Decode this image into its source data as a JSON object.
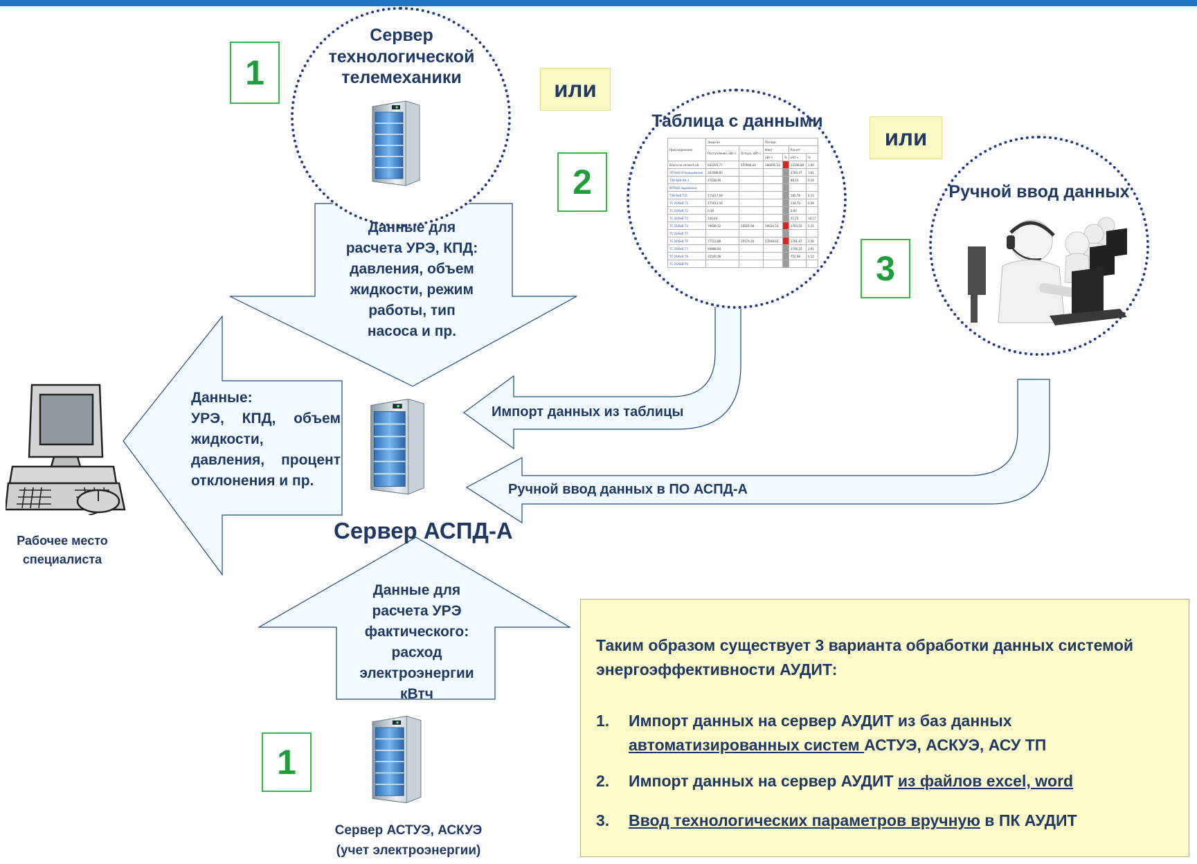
{
  "diagram": {
    "option_numbers": [
      "1",
      "2",
      "3",
      "1"
    ],
    "or_label": "или",
    "telemetry_server": {
      "title": "Сервер технологической телемеханики",
      "icon": "server-icon"
    },
    "data_table": {
      "title": "Таблица с данными",
      "icon": "spreadsheet-icon",
      "headers": {
        "c0": "Присоединение",
        "energy": "Энергия",
        "losses": "Потери",
        "income": "Поступление, кВт·ч",
        "output": "Отпуск, кВт·ч",
        "fact": "Факт",
        "calc": "Расчет",
        "kwh": "кВт·ч",
        "pct": "%"
      },
      "rows": [
        [
          "Всего по сетям 6 кВ",
          "642291,77",
          "455946,24",
          "186695,53",
          "",
          "13198,88",
          "1,40"
        ],
        [
          "ЭП-6кВ Отпращивание",
          "263588,85",
          "-",
          "-",
          "",
          "4783,47",
          "1,81"
        ],
        [
          "ТЗН-6кВ НН-3",
          "47038,46",
          "-",
          "-",
          "",
          "88,10",
          "0,19"
        ],
        [
          "ВЛ-6кВ Здравница",
          "-",
          "-",
          "-",
          "",
          "-",
          "-"
        ],
        [
          "ТЗН-6кВ Т15",
          "173317,64",
          "-",
          "-",
          "",
          "185,78",
          "0,11"
        ],
        [
          "ТС 20/6кВ Т1",
          "173313,56",
          "-",
          "-",
          "",
          "134,73",
          "0,08"
        ],
        [
          "ТС 20/6кВ Т2",
          "0,00",
          "-",
          "-",
          "",
          "0,00",
          "-"
        ],
        [
          "ТС 20/6кВ Т3",
          "140,64",
          "-",
          "-",
          "",
          "22,73",
          "16,17"
        ],
        [
          "ТС 20/6кВ Т4",
          "79646,52",
          "20021,98",
          "59024,54",
          "",
          "1763,02",
          "2,21"
        ],
        [
          "ТС 20/6кВ Т5",
          "-",
          "-",
          "-",
          "",
          "-",
          "-"
        ],
        [
          "ТС 20/6кВ Т6",
          "77512,88",
          "25574,26",
          "51938,62",
          "",
          "1781,87",
          "2,30"
        ],
        [
          "ТС 20/6кВ Т7",
          "94888,84",
          "-",
          "-",
          "",
          "3706,22",
          "3,91"
        ],
        [
          "ТС 20/6кВ Т8",
          "35540,76",
          "-",
          "-",
          "",
          "752,98",
          "2,12"
        ],
        [
          "ТС 20/6кВ Т9",
          "-",
          "-",
          "-",
          "",
          "-",
          "-"
        ]
      ]
    },
    "manual_input": {
      "title": "Ручной ввод данных",
      "icon": "operators-icon"
    },
    "arrow_top_text": "Данные для расчета УРЭ, КПД: давления, объем жидкости, режим работы, тип насоса и пр.",
    "arrow_left_text_title": "Данные:",
    "arrow_left_text_body": "УРЭ, КПД, объем жидкости, давления, процент отклонения и пр.",
    "import_from_table": "Импорт данных из таблицы",
    "manual_input_to_server": "Ручной ввод данных в ПО АСПД-А",
    "central_server_label": "Сервер АСПД-А",
    "workstation_label": "Рабочее место специалиста",
    "arrow_bottom_text": "Данные для расчета УРЭ фактического: расход электроэнергии кВтч",
    "metering_server_label": "Сервер АСТУЭ, АСКУЭ (учет электроэнергии)",
    "summary": {
      "intro": "Таким образом существует 3 варианта обработки данных системой энергоэффективности АУДИТ:",
      "items": [
        {
          "num": "1.",
          "pre": "Импорт данных на сервер АУДИТ из баз данных ",
          "u": "автоматизированных систем ",
          "post": "АСТУЭ, АСКУЭ, АСУ ТП"
        },
        {
          "num": "2.",
          "pre": "Импорт данных на сервер АУДИТ ",
          "u": "из файлов excel, word",
          "post": ""
        },
        {
          "num": "3.",
          "pre": "",
          "u": "Ввод технологических параметров вручную",
          "post": " в ПК АУДИТ"
        }
      ]
    },
    "colors": {
      "top_bar": "#1f73c6",
      "text": "#1f3864",
      "arrow_fill": "#f2fbff",
      "arrow_stroke": "#1e4a82",
      "number_green": "#1e9e3a",
      "or_box": "#fbfac2",
      "summary_box": "#fbfac8"
    }
  }
}
